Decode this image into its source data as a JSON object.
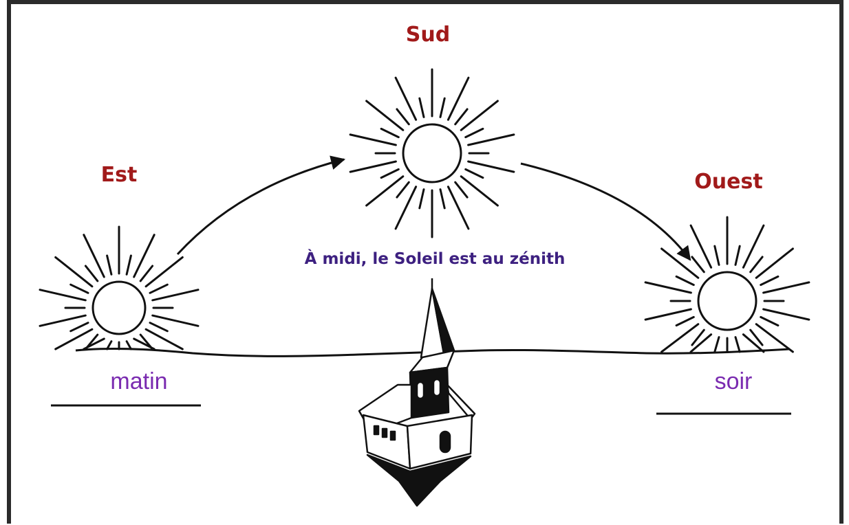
{
  "labels": {
    "east": "Est",
    "south": "Sud",
    "west": "Ouest",
    "caption": "À midi, le Soleil est au zénith",
    "morning": "matin",
    "evening": "soir"
  },
  "colors": {
    "direction_label": "#a11a1a",
    "caption": "#3d2080",
    "time_label": "#7a2bb0",
    "ink": "#111111"
  },
  "icons": [
    "sun-icon",
    "church-icon",
    "arrow-icon"
  ]
}
